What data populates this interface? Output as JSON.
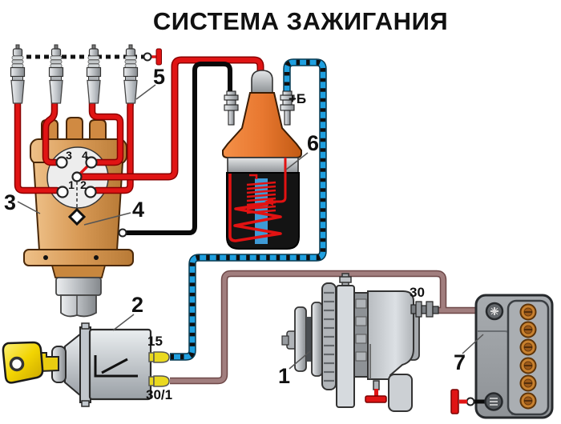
{
  "title": "СИСТЕМА ЗАЖИГАНИЯ",
  "components": {
    "generator": {
      "number": "1",
      "terminal_30": "30"
    },
    "ignition_switch": {
      "number": "2",
      "terminal_15": "15",
      "terminal_30_1": "30/1"
    },
    "distributor": {
      "number": "3",
      "cap_terminal_1": "1",
      "cap_terminal_2": "2",
      "cap_terminal_3": "3",
      "cap_terminal_4": "4"
    },
    "rotor_pointer": {
      "number": "4"
    },
    "spark_plugs": {
      "number": "5"
    },
    "ignition_coil": {
      "number": "6",
      "terminal_plus_b": "+Б"
    },
    "battery": {
      "number": "7"
    }
  },
  "colors": {
    "high_voltage_wire": "#e01414",
    "wire_outline": "#8a0000",
    "switch_wire_blue": "#1fa0e0",
    "battery_wire_brown": "#a17e7e",
    "ground_symbol_red": "#e01414",
    "black_wire": "#0a0a0a",
    "coil_housing_orange": "#e87830",
    "distributor_tan": "#d89a56",
    "key_yellow": "#f2d402",
    "terminal_yellow": "#ead91f",
    "coil_core_blue": "#3e9ad6",
    "battery_gray": "#9aa0a4",
    "battery_cap_copper": "#c8812f"
  }
}
